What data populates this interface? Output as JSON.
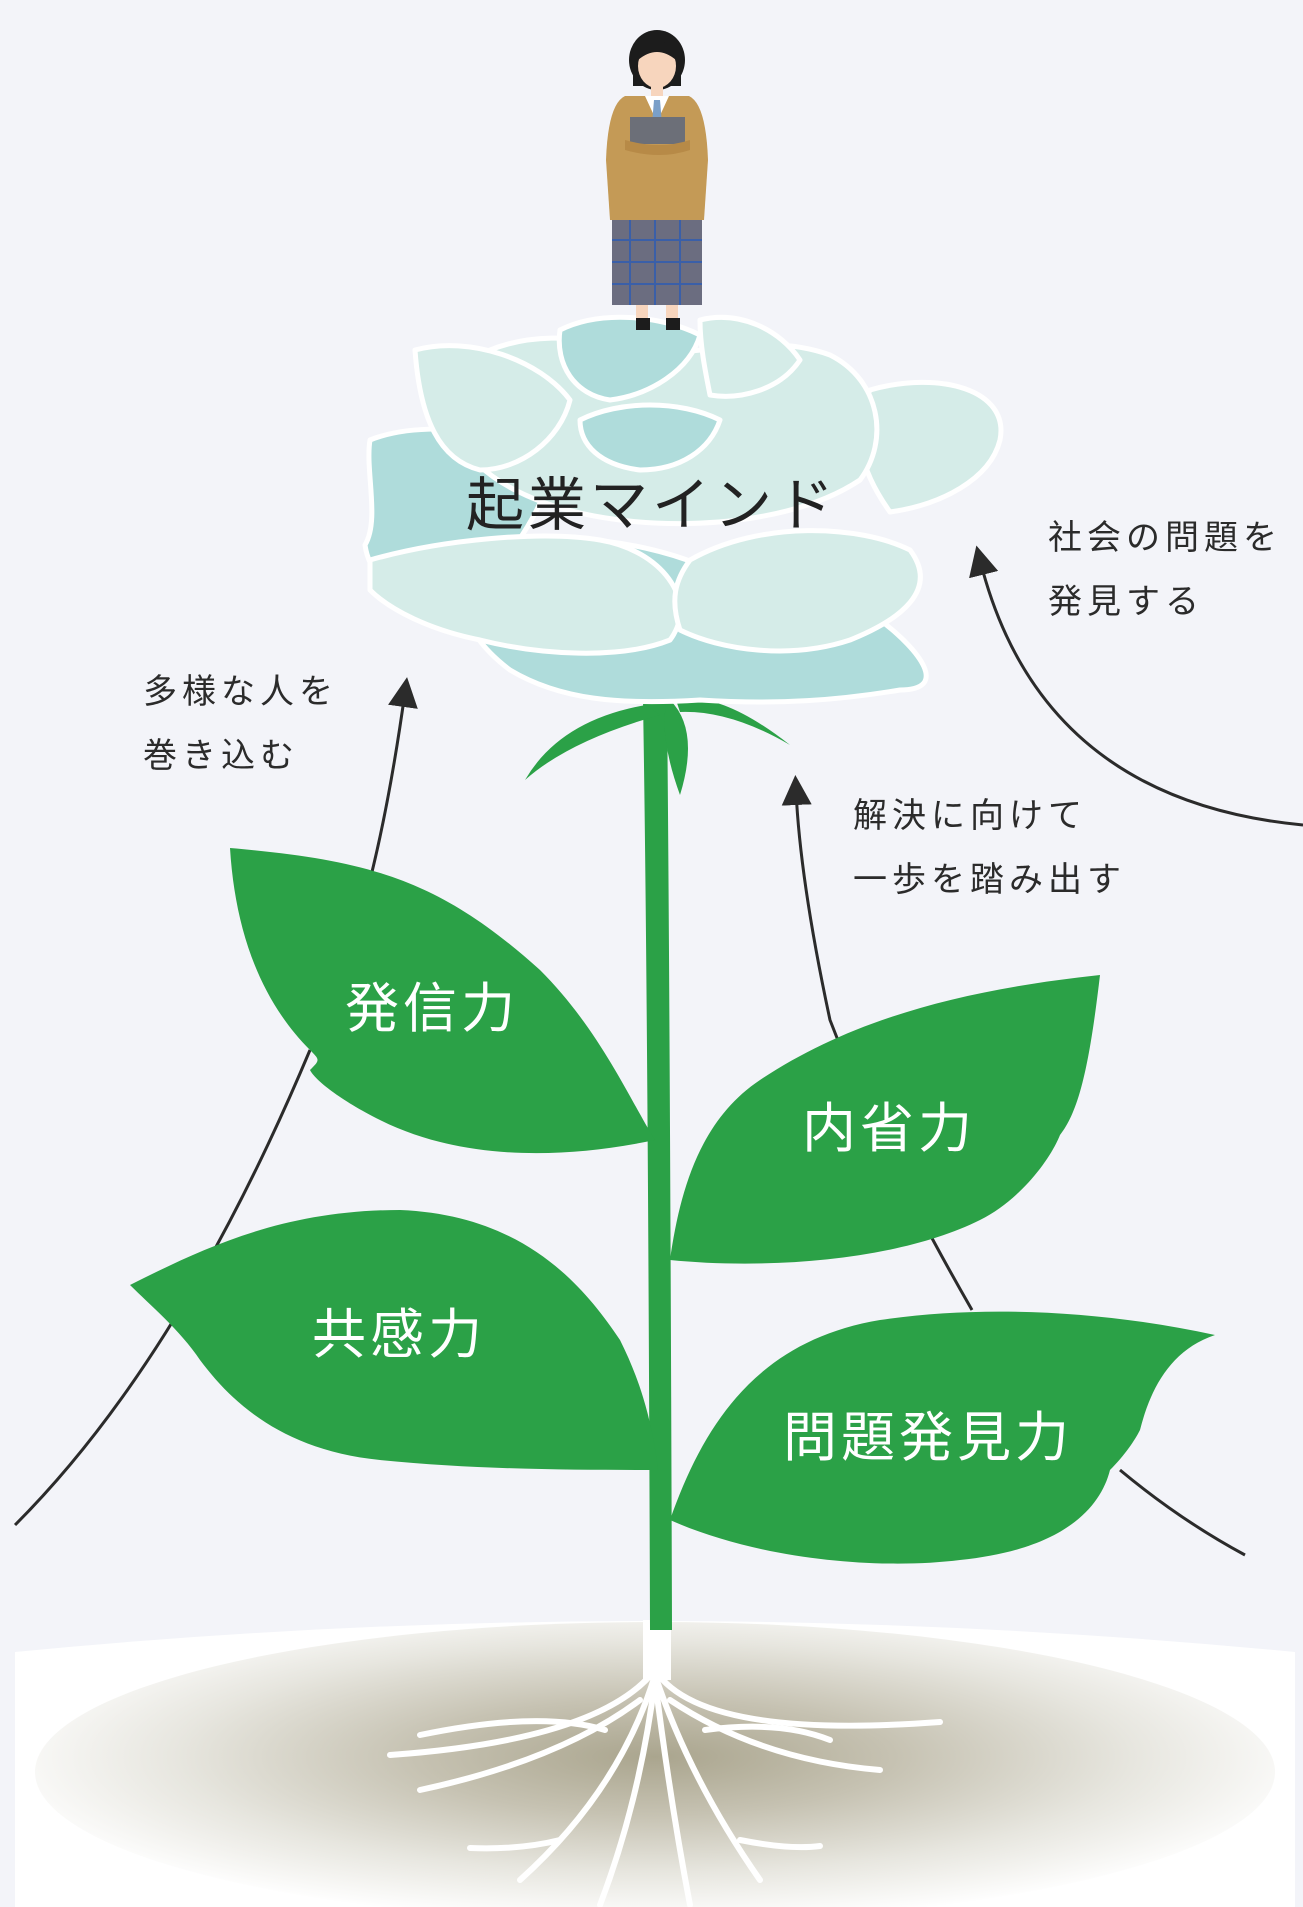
{
  "flower": {
    "label": "起業マインド"
  },
  "leaves": [
    {
      "label": "発信力"
    },
    {
      "label": "内省力"
    },
    {
      "label": "共感力"
    },
    {
      "label": "問題発見力"
    }
  ],
  "annotations": {
    "involve": {
      "line1": "多様な人を",
      "line2": "巻き込む"
    },
    "discover": {
      "line1": "社会の問題を",
      "line2": "発見する"
    },
    "action": {
      "line1": "解決に向けて",
      "line2": "一歩を踏み出す"
    }
  },
  "colors": {
    "background": "#f3f4f9",
    "leaf": "#2ba147",
    "petal_light": "#d5ece8",
    "petal_dark": "#afdcdb",
    "ground": "#b8b3a1",
    "blazer": "#c49a56"
  }
}
